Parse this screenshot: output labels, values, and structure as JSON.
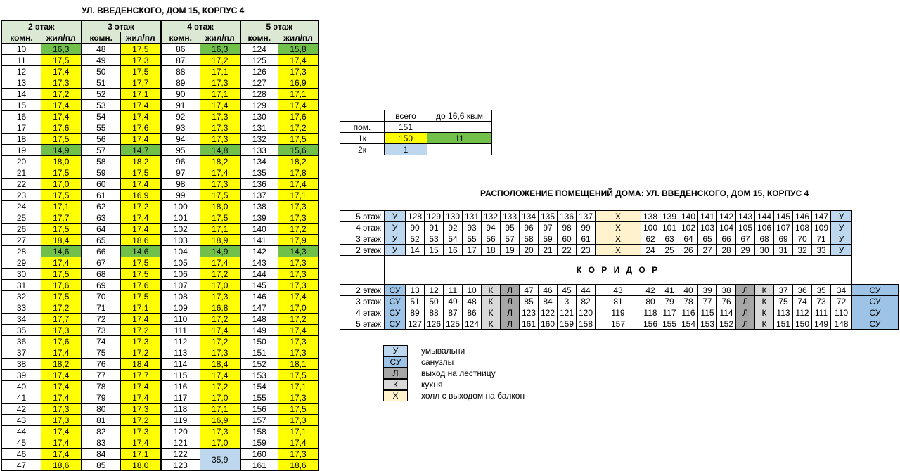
{
  "colors": {
    "yellow": "#ffff00",
    "green": "#70c049",
    "blue": "#bdd7ee",
    "header": "#dbe8d4",
    "wash": "#bdd7ee",
    "sanuzel": "#9dc3e6",
    "stairs": "#a6a6a6",
    "kitchen": "#d9d9d9",
    "hall": "#fff2cc"
  },
  "rooms_title": "УЛ. ВВЕДЕНСКОГО, ДОМ 15, КОРПУС 4",
  "floors": [
    "2 этаж",
    "3 этаж",
    "4 этаж",
    "5 этаж"
  ],
  "col_headers": [
    "комн.",
    "жил/пл"
  ],
  "rooms": [
    [
      [
        "10",
        "16,3",
        "g"
      ],
      [
        "48",
        "17,5",
        "y"
      ],
      [
        "86",
        "16,3",
        "g"
      ],
      [
        "124",
        "15,8",
        "g"
      ]
    ],
    [
      [
        "11",
        "17,5",
        "y"
      ],
      [
        "49",
        "17,3",
        "y"
      ],
      [
        "87",
        "17,2",
        "y"
      ],
      [
        "125",
        "17,4",
        "y"
      ]
    ],
    [
      [
        "12",
        "17,4",
        "y"
      ],
      [
        "50",
        "17,5",
        "y"
      ],
      [
        "88",
        "17,1",
        "y"
      ],
      [
        "126",
        "17,3",
        "y"
      ]
    ],
    [
      [
        "13",
        "17,3",
        "y"
      ],
      [
        "51",
        "17,7",
        "y"
      ],
      [
        "89",
        "17,3",
        "y"
      ],
      [
        "127",
        "16,9",
        "y"
      ]
    ],
    [
      [
        "14",
        "17,2",
        "y"
      ],
      [
        "52",
        "17,1",
        "y"
      ],
      [
        "90",
        "17,1",
        "y"
      ],
      [
        "128",
        "17,1",
        "y"
      ]
    ],
    [
      [
        "15",
        "17,4",
        "y"
      ],
      [
        "53",
        "17,4",
        "y"
      ],
      [
        "91",
        "17,4",
        "y"
      ],
      [
        "129",
        "17,4",
        "y"
      ]
    ],
    [
      [
        "16",
        "17,4",
        "y"
      ],
      [
        "54",
        "17,4",
        "y"
      ],
      [
        "92",
        "17,3",
        "y"
      ],
      [
        "130",
        "17,6",
        "y"
      ]
    ],
    [
      [
        "17",
        "17,6",
        "y"
      ],
      [
        "55",
        "17,6",
        "y"
      ],
      [
        "93",
        "17,3",
        "y"
      ],
      [
        "131",
        "17,2",
        "y"
      ]
    ],
    [
      [
        "18",
        "17,5",
        "y"
      ],
      [
        "56",
        "17,4",
        "y"
      ],
      [
        "94",
        "17,3",
        "y"
      ],
      [
        "132",
        "17,5",
        "y"
      ]
    ],
    [
      [
        "19",
        "14,9",
        "g"
      ],
      [
        "57",
        "14,7",
        "g"
      ],
      [
        "95",
        "14,8",
        "g"
      ],
      [
        "133",
        "15,6",
        "g"
      ]
    ],
    [
      [
        "20",
        "18,0",
        "y"
      ],
      [
        "58",
        "18,2",
        "y"
      ],
      [
        "96",
        "18,2",
        "y"
      ],
      [
        "134",
        "18,2",
        "y"
      ]
    ],
    [
      [
        "21",
        "17,5",
        "y"
      ],
      [
        "59",
        "17,5",
        "y"
      ],
      [
        "97",
        "17,4",
        "y"
      ],
      [
        "135",
        "17,8",
        "y"
      ]
    ],
    [
      [
        "22",
        "17,0",
        "y"
      ],
      [
        "60",
        "17,4",
        "y"
      ],
      [
        "98",
        "17,3",
        "y"
      ],
      [
        "136",
        "17,4",
        "y"
      ]
    ],
    [
      [
        "23",
        "17,5",
        "y"
      ],
      [
        "61",
        "16,9",
        "y"
      ],
      [
        "99",
        "17,5",
        "y"
      ],
      [
        "137",
        "17,1",
        "y"
      ]
    ],
    [
      [
        "24",
        "17,1",
        "y"
      ],
      [
        "62",
        "17,2",
        "y"
      ],
      [
        "100",
        "18,0",
        "y"
      ],
      [
        "138",
        "17,3",
        "y"
      ]
    ],
    [
      [
        "25",
        "17,7",
        "y"
      ],
      [
        "63",
        "17,4",
        "y"
      ],
      [
        "101",
        "17,5",
        "y"
      ],
      [
        "139",
        "17,3",
        "y"
      ]
    ],
    [
      [
        "26",
        "17,5",
        "y"
      ],
      [
        "64",
        "17,4",
        "y"
      ],
      [
        "102",
        "17,1",
        "y"
      ],
      [
        "140",
        "17,2",
        "y"
      ]
    ],
    [
      [
        "27",
        "18,4",
        "y"
      ],
      [
        "65",
        "18,6",
        "y"
      ],
      [
        "103",
        "18,9",
        "y"
      ],
      [
        "141",
        "17,9",
        "y"
      ]
    ],
    [
      [
        "28",
        "14,6",
        "g"
      ],
      [
        "66",
        "14,6",
        "g"
      ],
      [
        "104",
        "14,9",
        "g"
      ],
      [
        "142",
        "14,3",
        "g"
      ]
    ],
    [
      [
        "29",
        "17,4",
        "y"
      ],
      [
        "67",
        "17,5",
        "y"
      ],
      [
        "105",
        "17,4",
        "y"
      ],
      [
        "143",
        "17,3",
        "y"
      ]
    ],
    [
      [
        "30",
        "17,5",
        "y"
      ],
      [
        "68",
        "17,5",
        "y"
      ],
      [
        "106",
        "17,2",
        "y"
      ],
      [
        "144",
        "17,3",
        "y"
      ]
    ],
    [
      [
        "31",
        "17,6",
        "y"
      ],
      [
        "69",
        "17,6",
        "y"
      ],
      [
        "107",
        "17,0",
        "y"
      ],
      [
        "145",
        "17,3",
        "y"
      ]
    ],
    [
      [
        "32",
        "17,5",
        "y"
      ],
      [
        "70",
        "17,5",
        "y"
      ],
      [
        "108",
        "17,3",
        "y"
      ],
      [
        "146",
        "17,4",
        "y"
      ]
    ],
    [
      [
        "33",
        "17,2",
        "y"
      ],
      [
        "71",
        "17,1",
        "y"
      ],
      [
        "109",
        "16,8",
        "y"
      ],
      [
        "147",
        "17,0",
        "y"
      ]
    ],
    [
      [
        "34",
        "17,7",
        "y"
      ],
      [
        "72",
        "17,4",
        "y"
      ],
      [
        "110",
        "17,2",
        "y"
      ],
      [
        "148",
        "17,2",
        "y"
      ]
    ],
    [
      [
        "35",
        "17,3",
        "y"
      ],
      [
        "73",
        "17,2",
        "y"
      ],
      [
        "111",
        "17,4",
        "y"
      ],
      [
        "149",
        "17,4",
        "y"
      ]
    ],
    [
      [
        "36",
        "17,6",
        "y"
      ],
      [
        "74",
        "17,3",
        "y"
      ],
      [
        "112",
        "17,2",
        "y"
      ],
      [
        "150",
        "17,3",
        "y"
      ]
    ],
    [
      [
        "37",
        "17,4",
        "y"
      ],
      [
        "75",
        "17,2",
        "y"
      ],
      [
        "113",
        "17,3",
        "y"
      ],
      [
        "151",
        "17,3",
        "y"
      ]
    ],
    [
      [
        "38",
        "18,2",
        "y"
      ],
      [
        "76",
        "18,4",
        "y"
      ],
      [
        "114",
        "18,4",
        "y"
      ],
      [
        "152",
        "18,1",
        "y"
      ]
    ],
    [
      [
        "39",
        "17,4",
        "y"
      ],
      [
        "77",
        "17,7",
        "y"
      ],
      [
        "115",
        "17,4",
        "y"
      ],
      [
        "153",
        "17,5",
        "y"
      ]
    ],
    [
      [
        "40",
        "17,4",
        "y"
      ],
      [
        "78",
        "17,4",
        "y"
      ],
      [
        "116",
        "17,2",
        "y"
      ],
      [
        "154",
        "17,1",
        "y"
      ]
    ],
    [
      [
        "41",
        "17,4",
        "y"
      ],
      [
        "79",
        "17,4",
        "y"
      ],
      [
        "117",
        "17,0",
        "y"
      ],
      [
        "155",
        "17,3",
        "y"
      ]
    ],
    [
      [
        "42",
        "17,3",
        "y"
      ],
      [
        "80",
        "17,3",
        "y"
      ],
      [
        "118",
        "17,1",
        "y"
      ],
      [
        "156",
        "17,5",
        "y"
      ]
    ],
    [
      [
        "43",
        "17,3",
        "y"
      ],
      [
        "81",
        "17,2",
        "y"
      ],
      [
        "119",
        "16,9",
        "y"
      ],
      [
        "157",
        "17,3",
        "y"
      ]
    ],
    [
      [
        "44",
        "17,4",
        "y"
      ],
      [
        "82",
        "17,3",
        "y"
      ],
      [
        "120",
        "17,3",
        "y"
      ],
      [
        "158",
        "17,1",
        "y"
      ]
    ],
    [
      [
        "45",
        "17,4",
        "y"
      ],
      [
        "83",
        "17,4",
        "y"
      ],
      [
        "121",
        "17,0",
        "y"
      ],
      [
        "159",
        "17,4",
        "y"
      ]
    ],
    [
      [
        "46",
        "17,4",
        "y"
      ],
      [
        "84",
        "17,1",
        "y"
      ],
      [
        "122",
        "",
        ""
      ],
      [
        "160",
        "17,3",
        "y"
      ]
    ],
    [
      [
        "47",
        "18,6",
        "y"
      ],
      [
        "85",
        "18,0",
        "y"
      ],
      [
        "123",
        "",
        ""
      ],
      [
        "161",
        "18,6",
        "y"
      ]
    ]
  ],
  "merged_area": "35,9",
  "summary": {
    "headers": [
      "",
      "всего",
      "до 16,6 кв.м"
    ],
    "rows": [
      [
        [
          "пом.",
          ""
        ],
        [
          "151",
          ""
        ],
        [
          "",
          ""
        ]
      ],
      [
        [
          "1к",
          ""
        ],
        [
          "150",
          "y"
        ],
        [
          "11",
          "g"
        ]
      ],
      [
        [
          "2к",
          ""
        ],
        [
          "1",
          "b"
        ],
        [
          "",
          ""
        ]
      ]
    ]
  },
  "layout_title": "РАСПОЛОЖЕНИЕ ПОМЕЩЕНИЙ ДОМА: УЛ. ВВЕДЕНСКОГО, ДОМ 15, КОРПУС 4",
  "corridor": "К О Р И Д О Р",
  "top_rows": [
    {
      "floor": "5 этаж",
      "left": [
        "128",
        "129",
        "130",
        "131",
        "132",
        "133",
        "134",
        "135",
        "136",
        "137"
      ],
      "right": [
        "138",
        "139",
        "140",
        "141",
        "142",
        "143",
        "144",
        "145",
        "146",
        "147"
      ]
    },
    {
      "floor": "4 этаж",
      "left": [
        "90",
        "91",
        "92",
        "93",
        "94",
        "95",
        "96",
        "97",
        "98",
        "99"
      ],
      "right": [
        "100",
        "101",
        "102",
        "103",
        "104",
        "105",
        "106",
        "107",
        "108",
        "109"
      ]
    },
    {
      "floor": "3 этаж",
      "left": [
        "52",
        "53",
        "54",
        "55",
        "56",
        "57",
        "58",
        "59",
        "60",
        "61"
      ],
      "right": [
        "62",
        "63",
        "64",
        "65",
        "66",
        "67",
        "68",
        "69",
        "70",
        "71"
      ]
    },
    {
      "floor": "2 этаж",
      "left": [
        "14",
        "15",
        "16",
        "17",
        "18",
        "19",
        "20",
        "21",
        "22",
        "23"
      ],
      "right": [
        "24",
        "25",
        "26",
        "27",
        "28",
        "29",
        "30",
        "31",
        "32",
        "33"
      ]
    }
  ],
  "top_codes": {
    "wash": "У",
    "hall": "Х"
  },
  "bottom_rows": [
    {
      "floor": "2 этаж",
      "a": [
        "13",
        "12",
        "11",
        "10"
      ],
      "b": [
        "47",
        "46",
        "45",
        "44",
        "43",
        "42",
        "41",
        "40",
        "39",
        "38"
      ],
      "c": [
        "37",
        "36",
        "35",
        "34"
      ]
    },
    {
      "floor": "3 этаж",
      "a": [
        "51",
        "50",
        "49",
        "48"
      ],
      "b": [
        "85",
        "84",
        "3",
        "82",
        "81",
        "80",
        "79",
        "78",
        "77",
        "76"
      ],
      "c": [
        "75",
        "74",
        "73",
        "72"
      ]
    },
    {
      "floor": "4 этаж",
      "a": [
        "89",
        "88",
        "87",
        "86"
      ],
      "b": [
        "123",
        "122",
        "121",
        "120",
        "119",
        "118",
        "117",
        "116",
        "115",
        "114"
      ],
      "c": [
        "113",
        "112",
        "111",
        "110"
      ]
    },
    {
      "floor": "5 этаж",
      "a": [
        "127",
        "126",
        "125",
        "124"
      ],
      "b": [
        "161",
        "160",
        "159",
        "158",
        "157",
        "156",
        "155",
        "154",
        "153",
        "152"
      ],
      "c": [
        "151",
        "150",
        "149",
        "148"
      ]
    }
  ],
  "bottom_codes": {
    "su": "СУ",
    "kitchen": "К",
    "stairs": "Л"
  },
  "legend": [
    {
      "code": "У",
      "text": "умывальни",
      "cls": "b"
    },
    {
      "code": "СУ",
      "text": "санузлы",
      "cls": "sb"
    },
    {
      "code": "Л",
      "text": "выход на лестницу",
      "cls": "dk"
    },
    {
      "code": "К",
      "text": "кухня",
      "cls": "lt"
    },
    {
      "code": "Х",
      "text": "холл с выходом на балкон",
      "cls": "hl"
    }
  ]
}
